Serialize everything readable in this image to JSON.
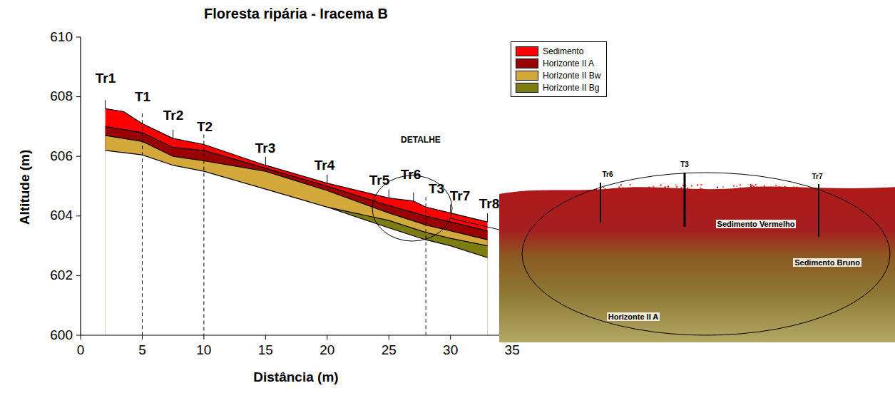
{
  "diagram": {
    "title": "Floresta ripária - Iracema B",
    "labels": [
      "610",
      "608",
      "606",
      "604",
      "602",
      "600",
      "0",
      "5",
      "10",
      "15",
      "20",
      "25",
      "30",
      "35",
      "Altitude (m)",
      "Distância (m)",
      "Tr1",
      "T1",
      "Tr2",
      "T2",
      "Tr3",
      "Tr4",
      "Tr5",
      "Tr6",
      "T3",
      "Tr7",
      "Tr8",
      "DETALHE",
      "Tr6",
      "T3",
      "Tr7",
      "Sedimento Vermelho",
      "Sedimento Bruno",
      "Horizonte II A"
    ],
    "legend": [
      {
        "text": "Sedimento",
        "color": "#ff0000"
      },
      {
        "text": "Horizonte II A",
        "color": "#990000"
      },
      {
        "text": "Horizonte II Bw",
        "color": "#d4a93c"
      },
      {
        "text": "Horizonte II Bg",
        "color": "#7d7d12"
      }
    ]
  }
}
